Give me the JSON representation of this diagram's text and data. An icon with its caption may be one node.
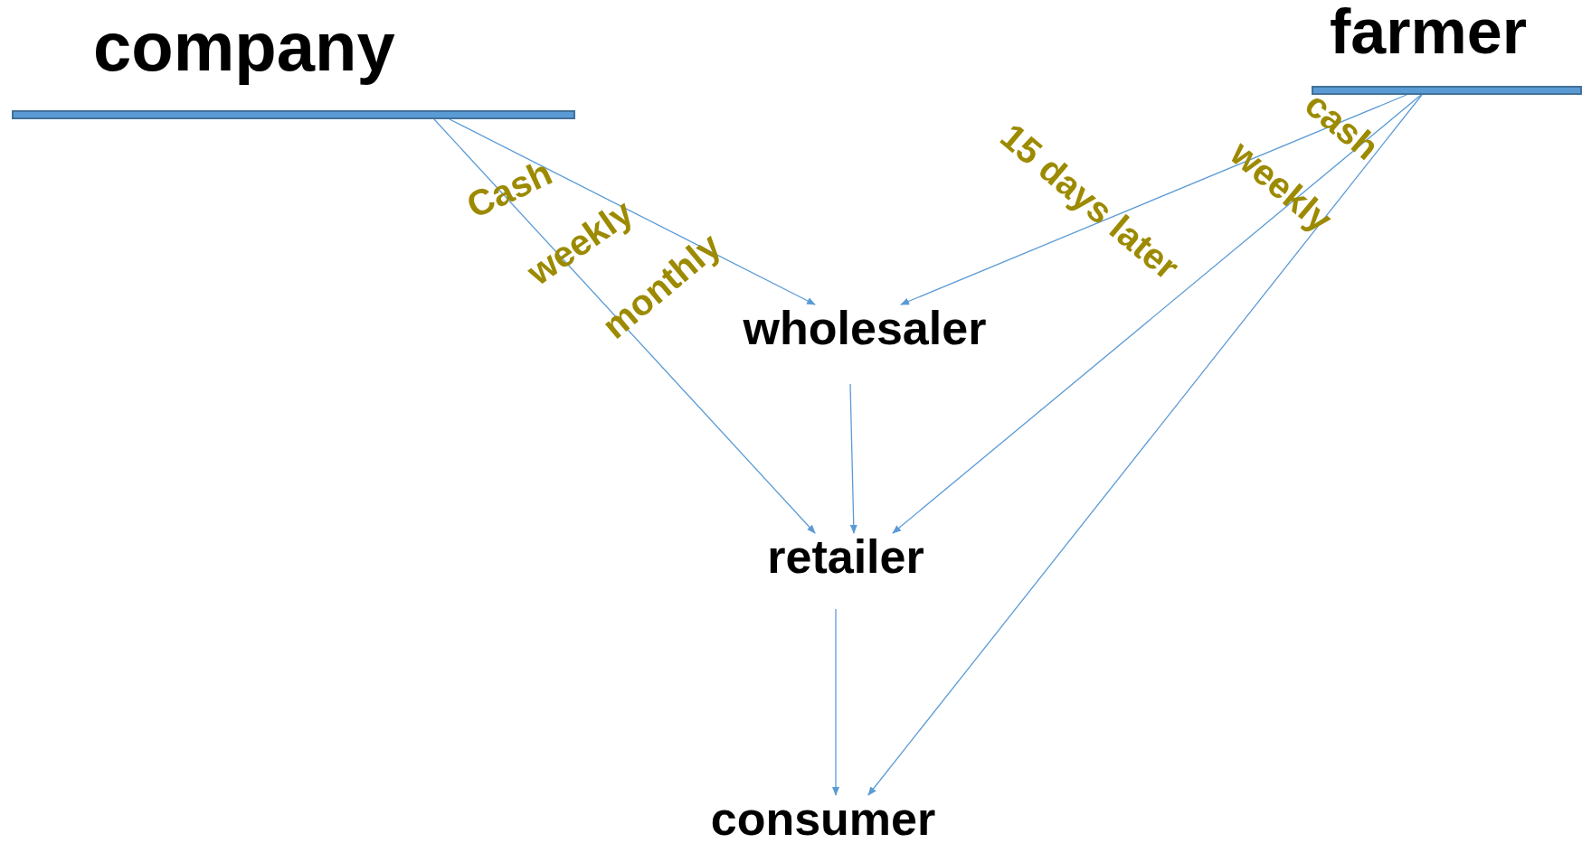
{
  "diagram": {
    "nodes": [
      {
        "text": [
          "company"
        ]
      },
      {
        "text": [
          "farmer"
        ]
      },
      {
        "text": [
          "wholesaler"
        ]
      },
      {
        "text": [
          "retailer"
        ]
      },
      {
        "text": [
          "consumer"
        ]
      }
    ],
    "edges": [
      {
        "from": 0,
        "to": 2,
        "arrow": "to"
      },
      {
        "from": 0,
        "to": 3,
        "arrow": "to"
      },
      {
        "from": 1,
        "to": 2,
        "arrow": "to"
      },
      {
        "from": 1,
        "to": 3,
        "arrow": "to"
      },
      {
        "from": 1,
        "to": 4,
        "arrow": "to"
      },
      {
        "from": 2,
        "to": 3,
        "arrow": "to"
      },
      {
        "from": 3,
        "to": 4,
        "arrow": "to"
      }
    ],
    "labels": [
      "Cash",
      "weekly",
      "monthly",
      "15 days later",
      "cash",
      "weekly"
    ]
  }
}
